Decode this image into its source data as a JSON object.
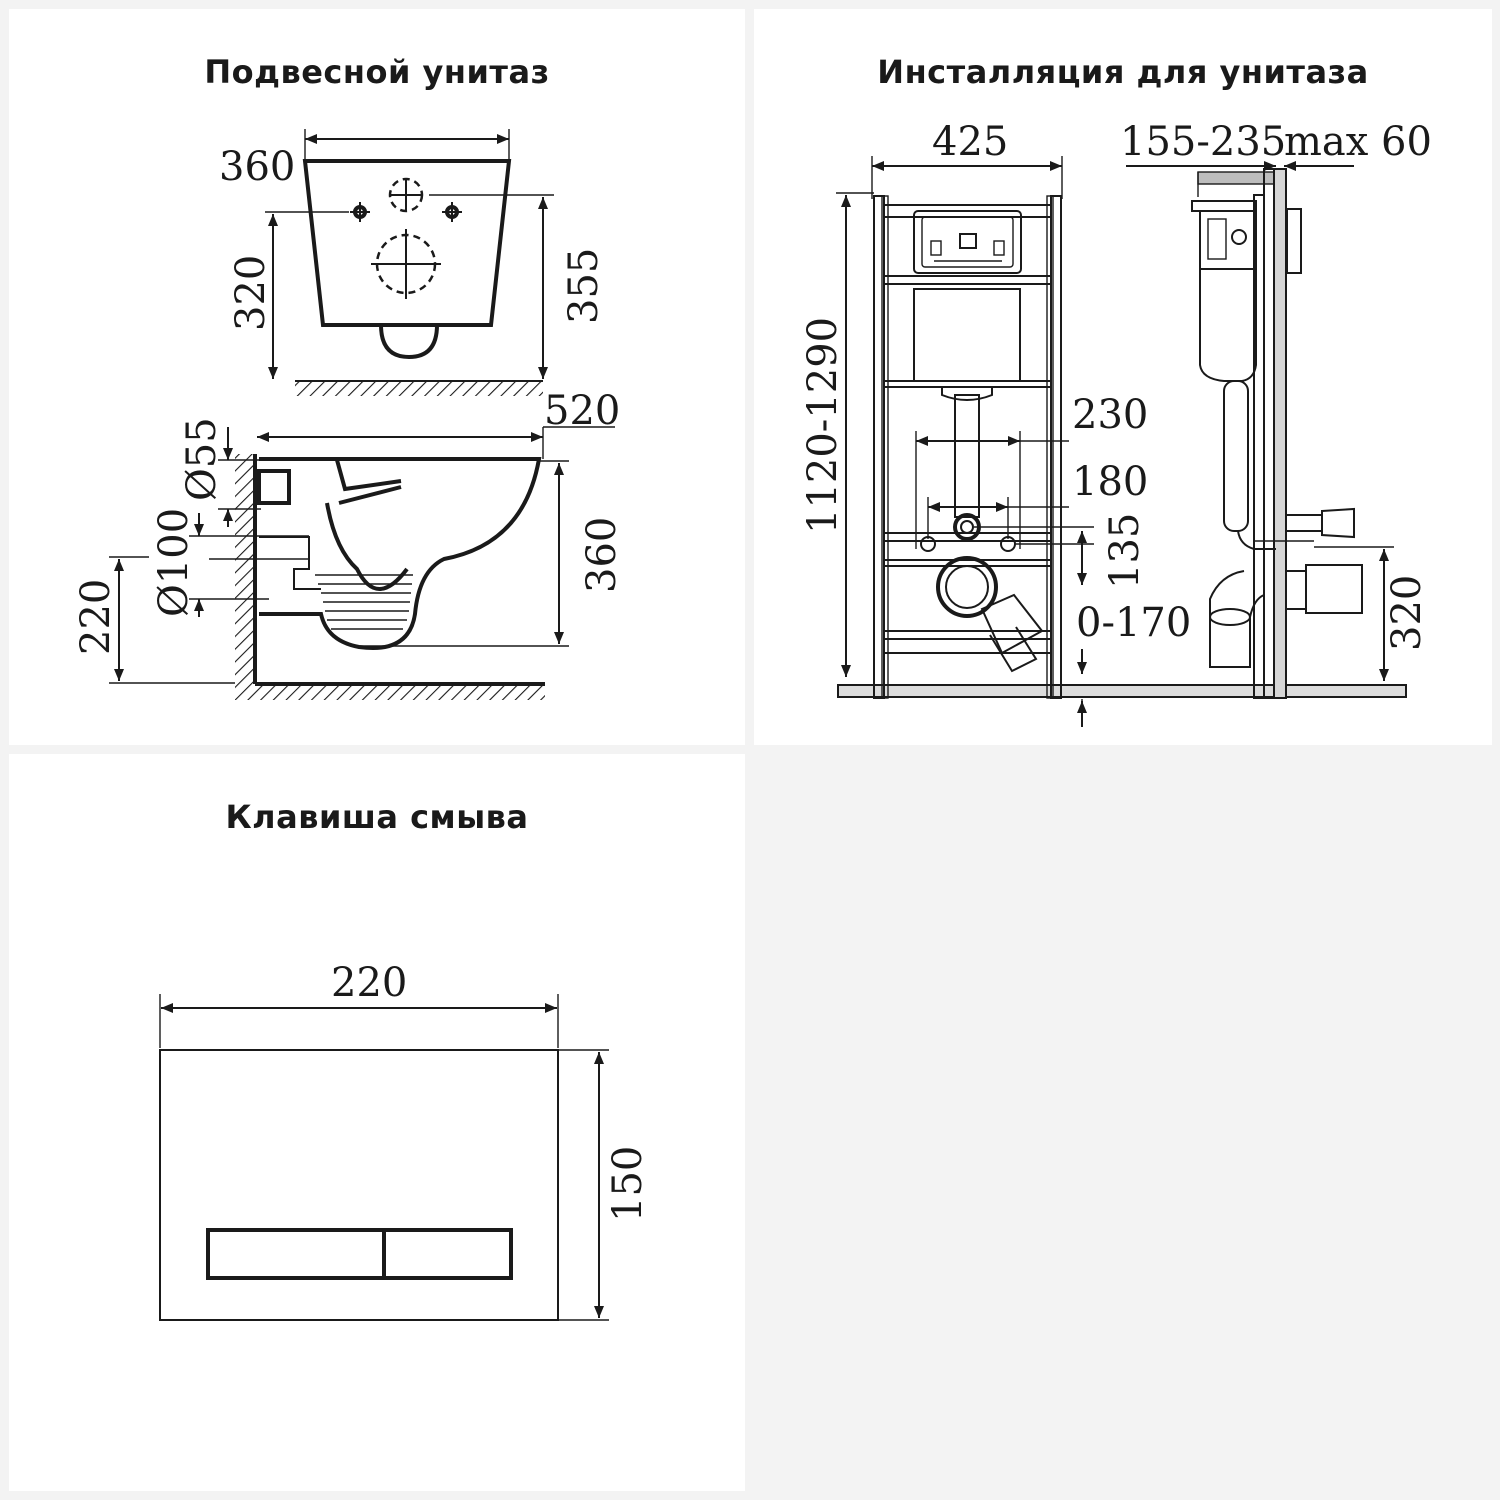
{
  "panels": {
    "toilet": {
      "title": "Подвесной унитаз",
      "dims": {
        "top_width": "360",
        "mount_height": "320",
        "height_top": "355",
        "length": "520",
        "side_height": "360",
        "diam_small": "Ø55",
        "diam_large": "Ø100",
        "outlet_height": "220"
      }
    },
    "installation": {
      "title": "Инсталляция для унитаза",
      "dims": {
        "frame_width": "425",
        "depth": "155-235",
        "max_depth": "max 60",
        "frame_height": "1120-1290",
        "stud_distance": "230",
        "pipe_distance": "180",
        "pipe_height": "135",
        "leg_adjust": "0-170",
        "side_outlet_height": "320"
      }
    },
    "flush": {
      "title": "Клавиша смыва",
      "dims": {
        "width": "220",
        "height": "150"
      }
    }
  },
  "colors": {
    "background": "#f3f3f3",
    "panel": "#ffffff",
    "ink": "#1a1a1a"
  }
}
